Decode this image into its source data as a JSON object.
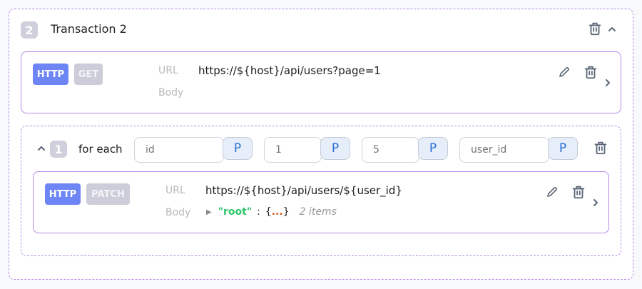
{
  "transaction": {
    "index": "2",
    "title": "Transaction 2",
    "icons": {
      "delete": "trash-icon",
      "collapse": "chevron-up-icon"
    }
  },
  "steps": [
    {
      "protocol": "HTTP",
      "method": "GET",
      "url_label": "URL",
      "body_label": "Body",
      "url": "https://${host}/api/users?page=1",
      "body": null,
      "icons": {
        "edit": "pencil-icon",
        "delete": "trash-icon",
        "expand": "chevron-right-icon"
      }
    }
  ],
  "loop": {
    "index": "1",
    "label": "for each",
    "params": [
      {
        "value": "",
        "placeholder": "id",
        "p_label": "P"
      },
      {
        "value": "",
        "placeholder": "1",
        "p_label": "P"
      },
      {
        "value": "",
        "placeholder": "5",
        "p_label": "P"
      },
      {
        "value": "",
        "placeholder": "user_id",
        "p_label": "P"
      }
    ],
    "icons": {
      "collapse": "chevron-up-icon",
      "delete": "trash-icon"
    },
    "step": {
      "protocol": "HTTP",
      "method": "PATCH",
      "url_label": "URL",
      "body_label": "Body",
      "url": "https://${host}/api/users/${user_id}",
      "body": {
        "key": "\"root\"",
        "colon": ":",
        "open": "{",
        "ellipsis": "...",
        "close": "}",
        "count": "2 items"
      },
      "icons": {
        "edit": "pencil-icon",
        "delete": "trash-icon",
        "expand": "chevron-right-icon"
      }
    }
  },
  "colors": {
    "accent_border": "#b48ae6",
    "http_tag": "#6e86f5",
    "method_tag": "#cdcdd9",
    "param_button_bg": "#e6eefa",
    "param_button_text": "#2a6fd6",
    "json_key": "#2bc769",
    "json_ellipsis": "#e05b1a",
    "icon": "#5b6677"
  }
}
